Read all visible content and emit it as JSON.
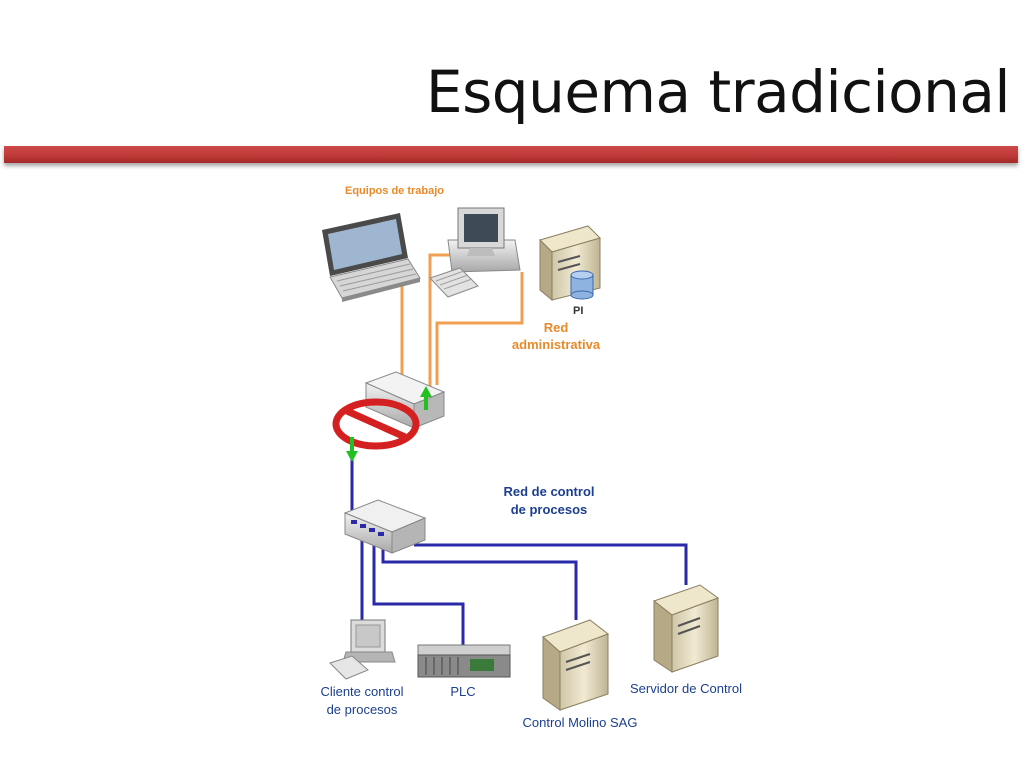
{
  "slide": {
    "title": "Esquema tradicional"
  },
  "diagram": {
    "labels": {
      "workstations": "Equipos de trabajo",
      "pi": "PI",
      "admin_network_line1": "Red",
      "admin_network_line2": "administrativa",
      "control_network_line1": "Red de control",
      "control_network_line2": "de procesos",
      "process_client_line1": "Cliente control",
      "process_client_line2": "de procesos",
      "plc": "PLC",
      "sag_mill": "Control Molino SAG",
      "control_server": "Servidor de Control"
    },
    "colors": {
      "admin_link": "#f0a050",
      "control_link": "#2a2aa8",
      "data_flow_arrow": "#22c022",
      "prohibition": "#d42020",
      "orange_label": "#e88a2a",
      "blue_label": "#1c3f8f"
    },
    "icons": [
      "laptop-icon",
      "desktop-pc-icon",
      "pi-server-icon",
      "firewall-switch-icon",
      "prohibited-icon",
      "control-switch-icon",
      "process-client-pc-icon",
      "plc-icon",
      "sag-server-icon",
      "control-server-icon"
    ]
  }
}
